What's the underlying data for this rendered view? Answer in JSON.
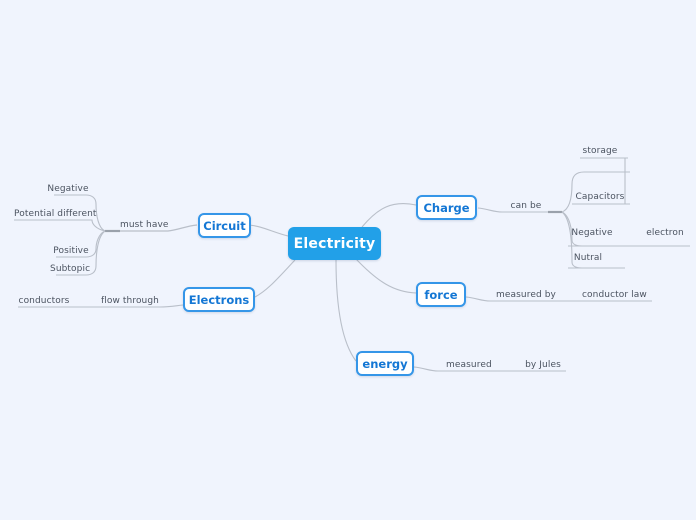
{
  "canvas": {
    "background": "#f0f4fd",
    "connector_color": "#b9bfc9",
    "root_fill": "#22a0e8",
    "branch_border": "#3596e8",
    "branch_text": "#1477d4",
    "leaf_text": "#4b5360"
  },
  "root": {
    "label": "Electricity"
  },
  "branches": [
    {
      "id": "circuit",
      "label": "Circuit"
    },
    {
      "id": "electrons",
      "label": "Electrons"
    },
    {
      "id": "charge",
      "label": "Charge"
    },
    {
      "id": "force",
      "label": "force"
    },
    {
      "id": "energy",
      "label": "energy"
    }
  ],
  "leaves": {
    "must_have": "must have",
    "potential_different": "Potential different",
    "negative_left": "Negative",
    "positive": "Positive",
    "subtopic": "Subtopic",
    "flow_through": "flow through",
    "conductors": "conductors",
    "can_be": "can be",
    "storage": "storage",
    "capacitors": "Capacitors",
    "negative_right": "Negative",
    "electron": "electron",
    "nutral": "Nutral",
    "measured_by": "measured by",
    "conductor_law": "conductor law",
    "measured": "measured",
    "by_jules": "by Jules"
  }
}
